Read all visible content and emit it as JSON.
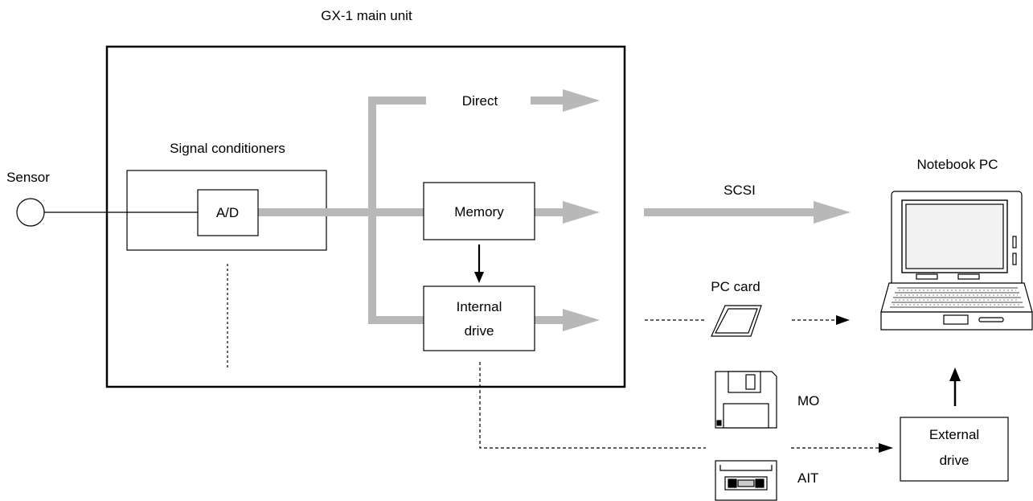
{
  "labels": {
    "main_unit": "GX-1 main unit",
    "sensor": "Sensor",
    "signal_conditioners": "Signal conditioners",
    "adc": "A/D",
    "direct": "Direct",
    "memory": "Memory",
    "internal_drive_line1": "Internal",
    "internal_drive_line2": "drive",
    "scsi": "SCSI",
    "notebook_pc": "Notebook PC",
    "pc_card": "PC card",
    "mo": "MO",
    "ait": "AIT",
    "external_drive_line1": "External",
    "external_drive_line2": "drive"
  },
  "colors": {
    "data_path": "#b8b8b8",
    "line": "#000000",
    "background": "#ffffff"
  },
  "icons": {
    "sensor": "sensor-circle-icon",
    "notebook": "notebook-pc-icon",
    "pc_card": "pc-card-icon",
    "mo_disk": "mo-disk-icon",
    "ait_tape": "ait-tape-icon"
  }
}
